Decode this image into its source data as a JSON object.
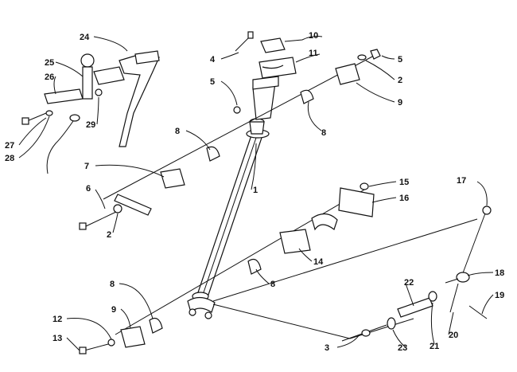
{
  "diagram": {
    "callouts": [
      {
        "id": "c1",
        "text": "1"
      },
      {
        "id": "c2a",
        "text": "2"
      },
      {
        "id": "c2b",
        "text": "2"
      },
      {
        "id": "c3",
        "text": "3"
      },
      {
        "id": "c4",
        "text": "4"
      },
      {
        "id": "c5a",
        "text": "5"
      },
      {
        "id": "c5b",
        "text": "5"
      },
      {
        "id": "c6",
        "text": "6"
      },
      {
        "id": "c7",
        "text": "7"
      },
      {
        "id": "c8a",
        "text": "8"
      },
      {
        "id": "c8b",
        "text": "8"
      },
      {
        "id": "c8c",
        "text": "8"
      },
      {
        "id": "c8d",
        "text": "8"
      },
      {
        "id": "c9a",
        "text": "9"
      },
      {
        "id": "c9b",
        "text": "9"
      },
      {
        "id": "c10",
        "text": "10"
      },
      {
        "id": "c11",
        "text": "11"
      },
      {
        "id": "c12",
        "text": "12"
      },
      {
        "id": "c13",
        "text": "13"
      },
      {
        "id": "c14",
        "text": "14"
      },
      {
        "id": "c15",
        "text": "15"
      },
      {
        "id": "c16",
        "text": "16"
      },
      {
        "id": "c17",
        "text": "17"
      },
      {
        "id": "c18",
        "text": "18"
      },
      {
        "id": "c19",
        "text": "19"
      },
      {
        "id": "c20",
        "text": "20"
      },
      {
        "id": "c21",
        "text": "21"
      },
      {
        "id": "c22",
        "text": "22"
      },
      {
        "id": "c23",
        "text": "23"
      },
      {
        "id": "c24",
        "text": "24"
      },
      {
        "id": "c25",
        "text": "25"
      },
      {
        "id": "c26",
        "text": "26"
      },
      {
        "id": "c27",
        "text": "27"
      },
      {
        "id": "c28",
        "text": "28"
      },
      {
        "id": "c29",
        "text": "29"
      }
    ]
  }
}
